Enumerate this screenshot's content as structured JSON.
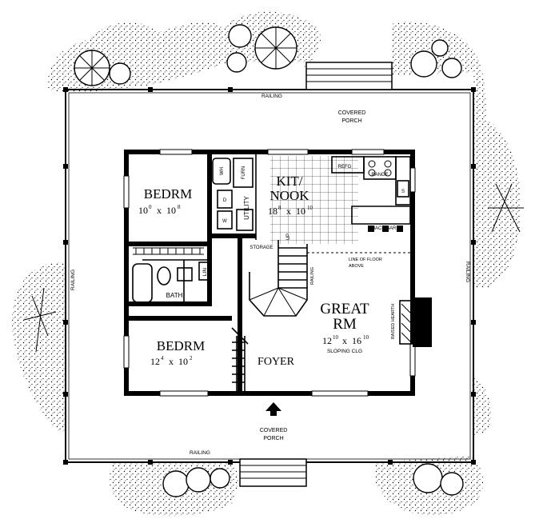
{
  "labels": {
    "porch_top": [
      "COVERED",
      "PORCH"
    ],
    "porch_bottom": [
      "COVERED",
      "PORCH"
    ],
    "railing": "RAILING",
    "bedrm1": {
      "name": "BEDRM",
      "w": "10",
      "w_in": "0",
      "x": "x",
      "h": "10",
      "h_in": "8"
    },
    "kit": {
      "name1": "KIT/",
      "name2": "NOOK",
      "w": "18",
      "w_in": "8",
      "x": "x",
      "h": "10",
      "h_in": "10"
    },
    "bedrm2": {
      "name": "BEDRM",
      "w": "12",
      "w_in": "4",
      "x": "x",
      "h": "10",
      "h_in": "2"
    },
    "great": {
      "name1": "GREAT",
      "name2": "RM",
      "w": "12",
      "w_in": "10",
      "x": "x",
      "h": "16",
      "h_in": "10",
      "note": "SLOPING CLG"
    },
    "foyer": "FOYER",
    "bath": "BATH",
    "lin": "LIN",
    "utility": "UTILITY",
    "wh": "WH",
    "furn": "FURN",
    "d": "D",
    "w": "W",
    "storage": "STORAGE",
    "up": "UP",
    "refg": "REFG",
    "range": "RANGE",
    "s": "S",
    "snack_bar": "SNACK BAR",
    "line_floor": [
      "LINE OF FLOOR",
      "ABOVE"
    ],
    "raised_hearth": "RAISED HEARTH"
  }
}
